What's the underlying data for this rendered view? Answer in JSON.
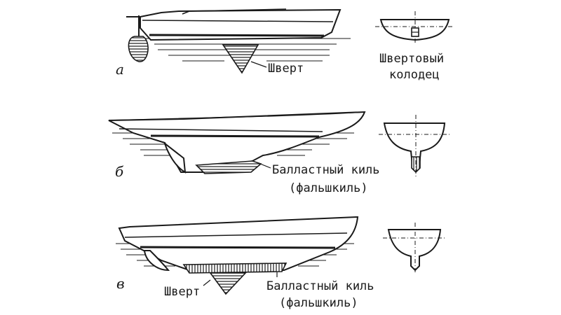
{
  "figures": [
    {
      "letter": "а",
      "labels": [
        "Шверт"
      ],
      "section_label_lines": [
        "Швертовый",
        "колодец"
      ]
    },
    {
      "letter": "б",
      "label_lines": [
        "Балластный киль",
        "(фальшкиль)"
      ]
    },
    {
      "letter": "в",
      "labels": [
        "Шверт"
      ],
      "label_lines": [
        "Балластный киль",
        "(фальшкиль)"
      ]
    }
  ],
  "colors": {
    "ink": "#1a1a1a",
    "paper": "#ffffff"
  }
}
